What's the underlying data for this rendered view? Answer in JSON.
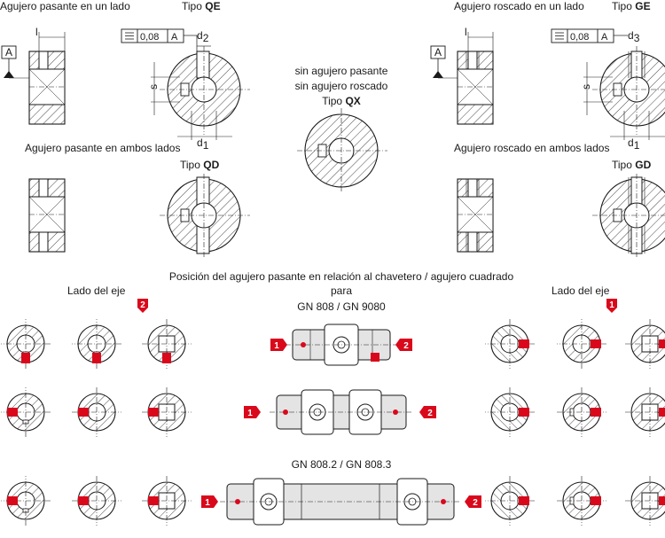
{
  "top_left": {
    "heading": "Agujero pasante en un lado",
    "tipo_prefix": "Tipo ",
    "tipo_code": "QE",
    "datum": "A",
    "tolerance_value": "0,08",
    "tolerance_ref": "A",
    "dim_d2": "d",
    "dim_d2_sub": "2",
    "dim_d1": "d",
    "dim_d1_sub": "1",
    "dim_s": "s",
    "dim_l": "l"
  },
  "mid_left": {
    "heading": "Agujero pasante en ambos lados",
    "tipo_prefix": "Tipo ",
    "tipo_code": "QD"
  },
  "center": {
    "line1": "sin agujero pasante",
    "line2": "sin agujero roscado",
    "tipo_prefix": "Tipo ",
    "tipo_code": "QX"
  },
  "top_right": {
    "heading": "Agujero roscado en un lado",
    "tipo_prefix": "Tipo ",
    "tipo_code": "GE",
    "datum": "A",
    "tolerance_value": "0,08",
    "tolerance_ref": "A",
    "dim_d3": "d",
    "dim_d3_sub": "3",
    "dim_d1": "d",
    "dim_d1_sub": "1",
    "dim_s": "s",
    "dim_l": "l"
  },
  "mid_right": {
    "heading": "Agujero roscado en ambos lados",
    "tipo_prefix": "Tipo ",
    "tipo_code": "GD"
  },
  "position_section": {
    "title_line1": "Posición del agujero pasante en relación al chavetero / agujero cuadrado",
    "title_line2": "para",
    "title_line3": "GN 808 / GN 9080",
    "left_label": "Lado del eje",
    "right_label": "Lado del eje",
    "bottom_title": "GN 808.2 / GN 808.3",
    "marker_1": "1",
    "marker_2": "2"
  },
  "colors": {
    "accent_red": "#d9091b",
    "line": "#1a1a1a",
    "part_fill": "#e4e4e4"
  }
}
